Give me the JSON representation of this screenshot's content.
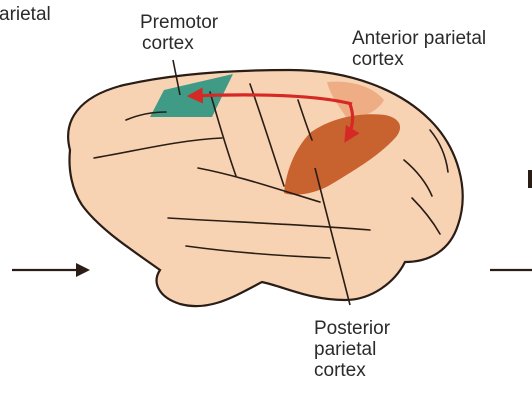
{
  "labels": {
    "left_clipped": "arietal",
    "premotor": [
      "Premotor",
      "cortex"
    ],
    "anterior_parietal": [
      "Anterior parietal",
      "cortex"
    ],
    "posterior_parietal": [
      "Posterior",
      "parietal",
      "cortex"
    ]
  },
  "colors": {
    "brain_fill": "#f7d3b3",
    "premotor_region": "#3f9a86",
    "anterior_parietal_region": "#efad86",
    "posterior_parietal_region": "#c8622f",
    "pathway_arrow": "#d62824",
    "outline": "#2a1d16"
  }
}
